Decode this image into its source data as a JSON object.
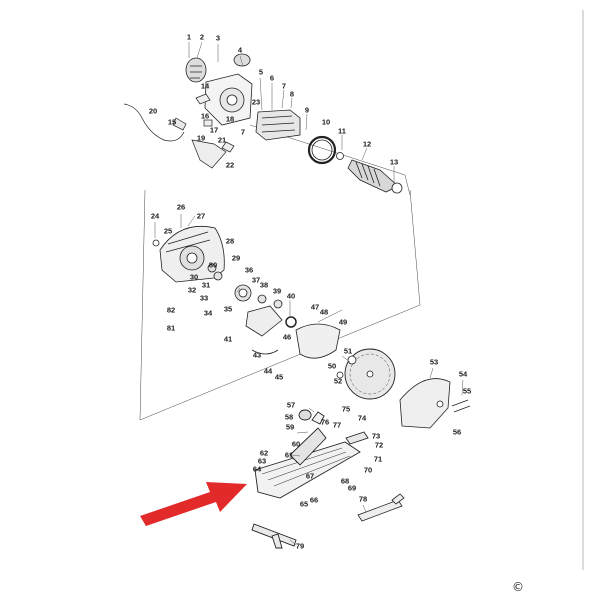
{
  "diagram": {
    "copyright_symbol": "©",
    "highlight_arrow_color": "#e32a2a",
    "callouts": [
      {
        "id": "1",
        "label": "1"
      },
      {
        "id": "2",
        "label": "2"
      },
      {
        "id": "3",
        "label": "3"
      },
      {
        "id": "4",
        "label": "4"
      },
      {
        "id": "5",
        "label": "5"
      },
      {
        "id": "6",
        "label": "6"
      },
      {
        "id": "7a",
        "label": "7"
      },
      {
        "id": "7b",
        "label": "7"
      },
      {
        "id": "8",
        "label": "8"
      },
      {
        "id": "9",
        "label": "9"
      },
      {
        "id": "10",
        "label": "10"
      },
      {
        "id": "11",
        "label": "11"
      },
      {
        "id": "12",
        "label": "12"
      },
      {
        "id": "13",
        "label": "13"
      },
      {
        "id": "14",
        "label": "14"
      },
      {
        "id": "15",
        "label": "15"
      },
      {
        "id": "16",
        "label": "16"
      },
      {
        "id": "17",
        "label": "17"
      },
      {
        "id": "18",
        "label": "18"
      },
      {
        "id": "19",
        "label": "19"
      },
      {
        "id": "20",
        "label": "20"
      },
      {
        "id": "21",
        "label": "21"
      },
      {
        "id": "22",
        "label": "22"
      },
      {
        "id": "23",
        "label": "23"
      },
      {
        "id": "24",
        "label": "24"
      },
      {
        "id": "25",
        "label": "25"
      },
      {
        "id": "26",
        "label": "26"
      },
      {
        "id": "27",
        "label": "27"
      },
      {
        "id": "28",
        "label": "28"
      },
      {
        "id": "29",
        "label": "29"
      },
      {
        "id": "30",
        "label": "30"
      },
      {
        "id": "31",
        "label": "31"
      },
      {
        "id": "32",
        "label": "32"
      },
      {
        "id": "33",
        "label": "33"
      },
      {
        "id": "34",
        "label": "34"
      },
      {
        "id": "35",
        "label": "35"
      },
      {
        "id": "36",
        "label": "36"
      },
      {
        "id": "37",
        "label": "37"
      },
      {
        "id": "38",
        "label": "38"
      },
      {
        "id": "39",
        "label": "39"
      },
      {
        "id": "40",
        "label": "40"
      },
      {
        "id": "41",
        "label": "41"
      },
      {
        "id": "43",
        "label": "43"
      },
      {
        "id": "44",
        "label": "44"
      },
      {
        "id": "45",
        "label": "45"
      },
      {
        "id": "46",
        "label": "46"
      },
      {
        "id": "47",
        "label": "47"
      },
      {
        "id": "48",
        "label": "48"
      },
      {
        "id": "49",
        "label": "49"
      },
      {
        "id": "50",
        "label": "50"
      },
      {
        "id": "51",
        "label": "51"
      },
      {
        "id": "52",
        "label": "52"
      },
      {
        "id": "53",
        "label": "53"
      },
      {
        "id": "54",
        "label": "54"
      },
      {
        "id": "55",
        "label": "55"
      },
      {
        "id": "56",
        "label": "56"
      },
      {
        "id": "57",
        "label": "57"
      },
      {
        "id": "58",
        "label": "58"
      },
      {
        "id": "59",
        "label": "59"
      },
      {
        "id": "60",
        "label": "60"
      },
      {
        "id": "61",
        "label": "61"
      },
      {
        "id": "62",
        "label": "62"
      },
      {
        "id": "63",
        "label": "63"
      },
      {
        "id": "64",
        "label": "64"
      },
      {
        "id": "65",
        "label": "65"
      },
      {
        "id": "66",
        "label": "66"
      },
      {
        "id": "67",
        "label": "67"
      },
      {
        "id": "68",
        "label": "68"
      },
      {
        "id": "69",
        "label": "69"
      },
      {
        "id": "70",
        "label": "70"
      },
      {
        "id": "71",
        "label": "71"
      },
      {
        "id": "72",
        "label": "72"
      },
      {
        "id": "73",
        "label": "73"
      },
      {
        "id": "74",
        "label": "74"
      },
      {
        "id": "75",
        "label": "75"
      },
      {
        "id": "76",
        "label": "76"
      },
      {
        "id": "77",
        "label": "77"
      },
      {
        "id": "78",
        "label": "78"
      },
      {
        "id": "79",
        "label": "79"
      },
      {
        "id": "80",
        "label": "80"
      },
      {
        "id": "81",
        "label": "81"
      },
      {
        "id": "82",
        "label": "82"
      }
    ]
  }
}
